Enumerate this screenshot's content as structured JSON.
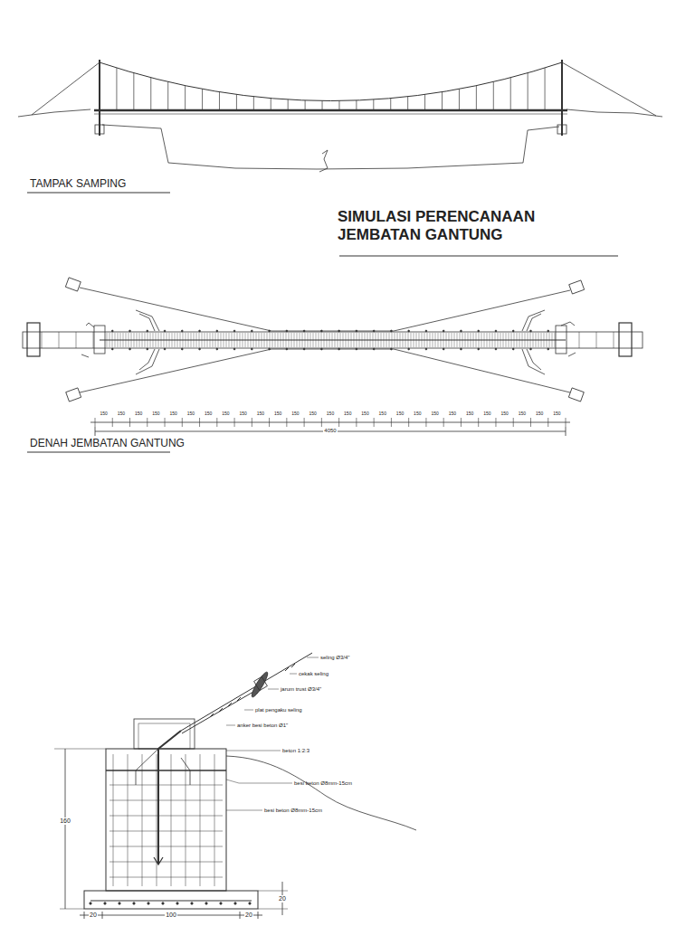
{
  "diagram": {
    "title": "SIMULASI PERENCANAAN JEMBATAN GANTUNG",
    "labels": [
      "TAMPAK SAMPING",
      "DENAH JEMBATAN GANTUNG",
      "150",
      "150",
      "150",
      "150",
      "150",
      "150",
      "150",
      "150",
      "150",
      "150",
      "150",
      "150",
      "150",
      "150",
      "150",
      "150",
      "150",
      "150",
      "150",
      "150",
      "150",
      "150",
      "150",
      "150",
      "150",
      "150",
      "150",
      "4050",
      "seling Ø3/4\"",
      "cekak seling",
      "jarum trust Ø3/4\"",
      "plat pengaku seling",
      "anker besi beton Ø1\"",
      "beton 1:2:3",
      "besi beton Ø8mm-15cm",
      "besi beton Ø8mm-15cm",
      "160",
      "20",
      "20",
      "100",
      "20"
    ]
  }
}
